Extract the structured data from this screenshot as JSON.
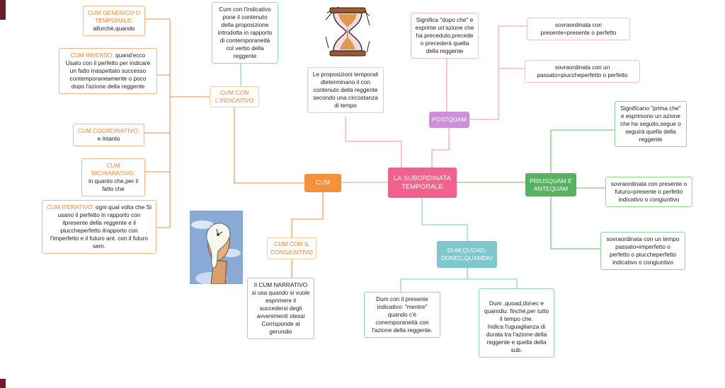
{
  "palette": {
    "central": "#f2608c",
    "cum_orange": "#f5913d",
    "postquam_purple": "#cb90d8",
    "priusquam_green": "#57b25f",
    "dum_teal": "#7fc7cc",
    "accent_orange_text": "#f0862e"
  },
  "nodes": {
    "central": "LA SUBORDINATA TEMPORALE",
    "cum": "CUM",
    "postquam": "POSTQUAM",
    "priusquam": "PRIUSQUAM E ANTEQUAM",
    "dum": "DUM,QUOAD, DONEC,QUAMDIU",
    "cum_indicativo": "CUM CON L'INDICATIVO",
    "cum_congiuntivo": "CUM CON IL CONGIUNTIVO"
  },
  "notes": {
    "generico_head": "CUM GENERICO O TEMPORALE:",
    "generico_body": "allorchè,quando",
    "inverso_head": "CUM INVERSO:",
    "inverso_body": " quand'ecco Usato con il perfetto per indicare un fatto inaspettato successo contemporaneamente o poco dopo l'azione della reggente",
    "coordinativo_head": "CUM COORDINATIVO:",
    "coordinativo_body": "e intanto",
    "dichiarativo_head": "CUM DICHIARATIVO:",
    "dichiarativo_body": "in quanto che,per il fatto che",
    "iterativo_head": "CUM ITERATIVO:",
    "iterativo_body": " ogni qual volta che Si usano il perfetto in rapporto con ilpresente della reggente e il piuccheperfetto ilrapporto con l'imperfetto e il futuro ant. con il futuro sem.",
    "indicativo_note": "Cum con l'indicativo pone il contenuto della proposizione introdotta in rapporto di contemporaneità col verbo della reggente",
    "proposizioni_note": "Le proposizioni temporali dteterminano il con contenuto della reggente secondo una circostanza di tempo",
    "postquam_note": "Significa \"dopo che\" e esprime un'azione che ha preceduto,precede o precederà quella della reggente",
    "sovra_presente": "sovraordinata con presente=presente o perfetto",
    "sovra_passato": "sovraordinata con un passato=piuccheperfetto o perfetto",
    "priusquam_note": "Significano \"prima che\" e esprimono un azione che ha seguito,segue o seguirà quella della reggente",
    "sovra_presente_futuro": "sovraordinata con presente o futuro=presente o perfetto indicativo o congiuntivo",
    "sovra_tempo_passato": "sovraordinata con un tempo passato=imperfetto o perfetto o piuccheperfetto indicativo o congiuntivo",
    "narrativo_note": "Il CUM NARRATIVO si usa quando si vuole esprimere il succedersi degli avvenimenti stessi Corrisponde al gerundio",
    "dum_presente_note": "Dum con il presente indicativo: \"mentre\" quando c'è conemporaneità con l'azione della reggente.",
    "dum_quoad_note": "Dum ,quoad,donec e quamdiu: finché,per tutto il tempo che.\nIndica l'uguaglianza di durata tra l'azione della reggente e quella della sub."
  },
  "images": {
    "hourglass": "hourglass-clipart",
    "melting_clock": "melting-clock-in-hand"
  }
}
